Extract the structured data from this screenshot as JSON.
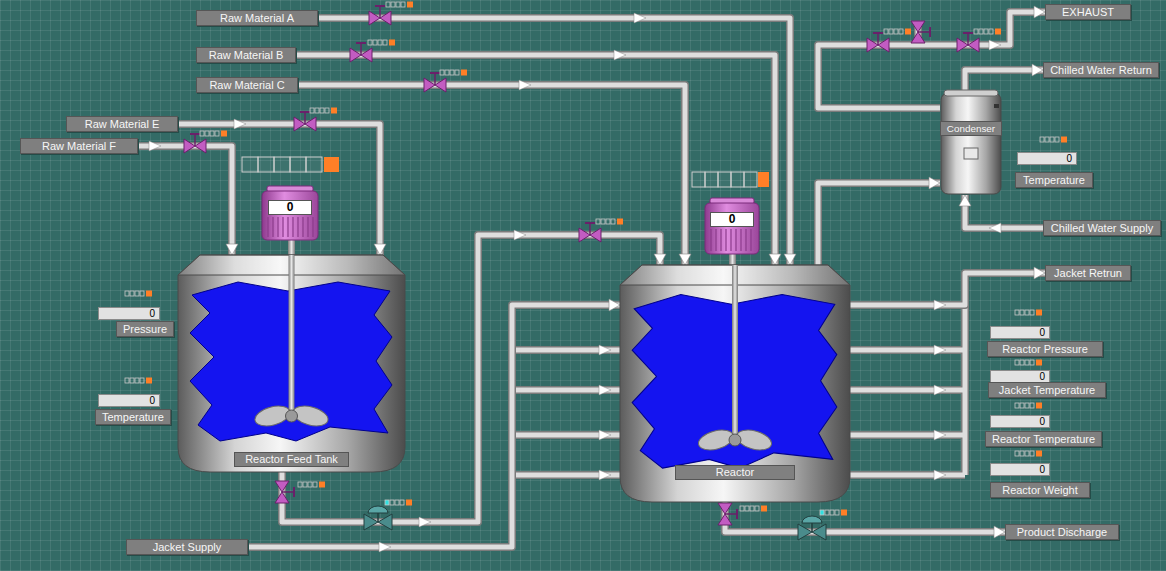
{
  "diagram": {
    "nodes": [
      {
        "text": [
          "Raw Material A"
        ]
      },
      {
        "text": [
          "EXHAUST"
        ]
      },
      {
        "text": [
          "Raw Material B"
        ]
      },
      {
        "text": [
          "Chilled Water Return"
        ]
      },
      {
        "text": [
          "Raw Material C"
        ]
      },
      {
        "text": [
          "Condenser"
        ]
      },
      {
        "text": [
          "Raw Material E"
        ]
      },
      {
        "text": [
          "Raw Material F"
        ]
      },
      {
        "text": [
          "0"
        ]
      },
      {
        "text": [
          "Temperature"
        ]
      },
      {
        "text": [
          "0"
        ]
      },
      {
        "text": [
          "0"
        ]
      },
      {
        "text": [
          "Reactor Feed Tank"
        ]
      },
      {
        "text": [
          "Reactor"
        ]
      },
      {
        "text": [
          "Chilled Water Supply"
        ]
      },
      {
        "text": [
          "Jacket Retrun"
        ]
      },
      {
        "text": [
          "0"
        ]
      },
      {
        "text": [
          "Pressure"
        ]
      },
      {
        "text": [
          "0"
        ]
      },
      {
        "text": [
          "Reactor Pressure"
        ]
      },
      {
        "text": [
          "0"
        ]
      },
      {
        "text": [
          "Jacket Temperature"
        ]
      },
      {
        "text": [
          "0"
        ]
      },
      {
        "text": [
          "Temperature"
        ]
      },
      {
        "text": [
          "0"
        ]
      },
      {
        "text": [
          "Reactor Temperature"
        ]
      },
      {
        "text": [
          "0"
        ]
      },
      {
        "text": [
          "Reactor Weight"
        ]
      },
      {
        "text": [
          "Product Discharge"
        ]
      },
      {
        "text": [
          "Jacket Supply"
        ]
      }
    ],
    "edges": [
      {
        "from": 0,
        "to": 13,
        "arrow": "to"
      },
      {
        "from": 2,
        "to": 13,
        "arrow": "to"
      },
      {
        "from": 4,
        "to": 13,
        "arrow": "to"
      },
      {
        "from": 6,
        "to": 12,
        "arrow": "to"
      },
      {
        "from": 7,
        "to": 12,
        "arrow": "to"
      },
      {
        "from": 12,
        "to": 13,
        "arrow": "to"
      },
      {
        "from": 29,
        "to": 13,
        "arrow": "to"
      },
      {
        "from": 13,
        "to": 15,
        "arrow": "to"
      },
      {
        "from": 13,
        "to": 28,
        "arrow": "to"
      },
      {
        "from": 13,
        "to": 5,
        "arrow": "to"
      },
      {
        "from": 5,
        "to": 1,
        "arrow": "to"
      },
      {
        "from": 14,
        "to": 5,
        "arrow": "to"
      },
      {
        "from": 5,
        "to": 3,
        "arrow": "to"
      }
    ]
  }
}
